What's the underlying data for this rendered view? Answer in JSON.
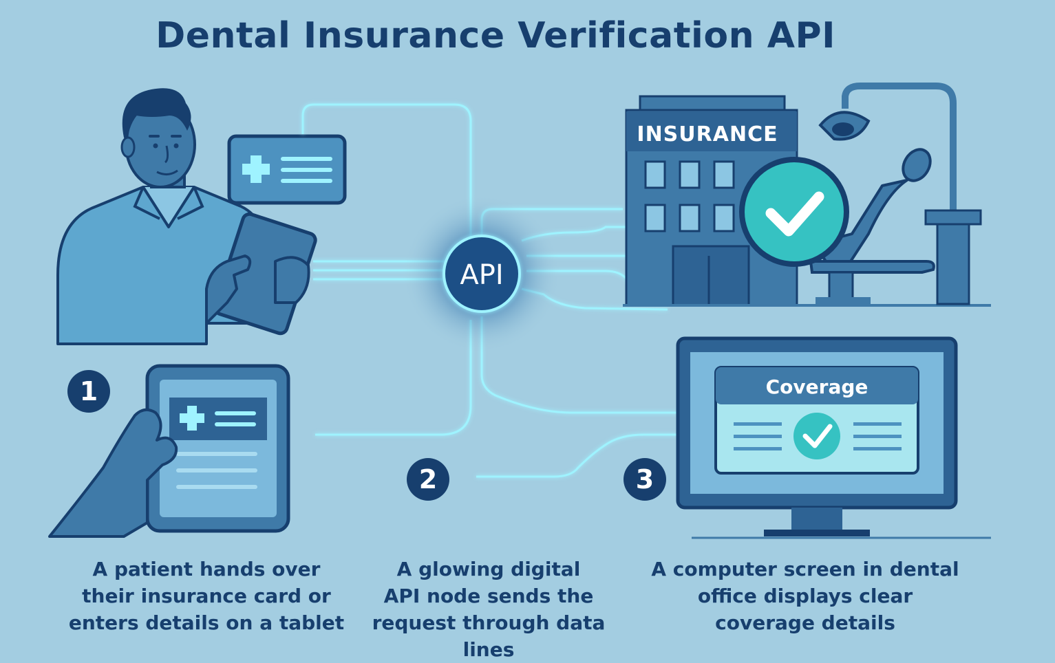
{
  "title": "Dental Insurance Verification API",
  "api_node_label": "API",
  "building_sign": "INSURANCE",
  "monitor_heading": "Coverage",
  "steps": [
    {
      "number": "1",
      "caption": [
        "A patient hands over",
        "their insurance card or",
        "enters details on a tablet"
      ]
    },
    {
      "number": "2",
      "caption": [
        "A glowing digital",
        "API node sends the",
        "request through data lines"
      ]
    },
    {
      "number": "3",
      "caption": [
        "A computer screen in dental",
        "office displays clear",
        "coverage details"
      ]
    }
  ],
  "colors": {
    "background": "#a3cde1",
    "navy": "#173f6e",
    "mid_blue": "#3f7aa8",
    "light_blue": "#5ea7cf",
    "teal": "#36c2c2",
    "glow_cyan": "#9ff3ff"
  },
  "icons": [
    "insurance-card-icon",
    "medical-cross-icon",
    "checkmark-icon",
    "dental-lamp-icon",
    "dental-chair-icon",
    "tablet-icon",
    "monitor-icon",
    "building-icon"
  ]
}
